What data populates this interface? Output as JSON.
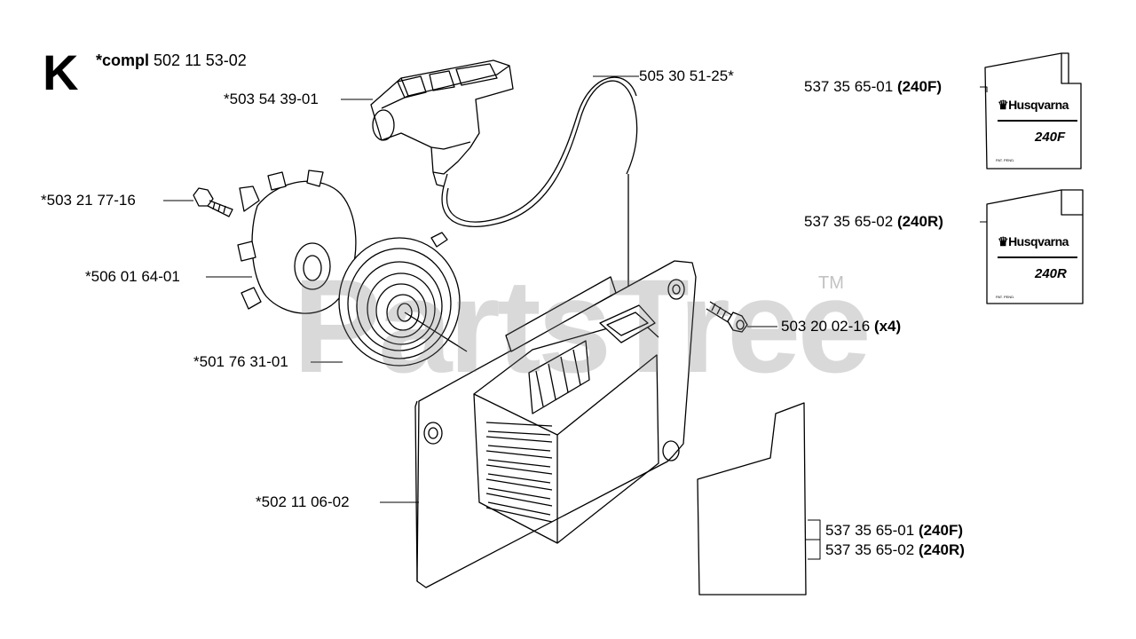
{
  "section_letter": "K",
  "header": {
    "bold": "*compl",
    "number": "502 11 53-02"
  },
  "watermark": {
    "text": "PartsTree",
    "tm": "TM"
  },
  "parts": {
    "handle": "*503 54 39-01",
    "rope": "505 30 51-25*",
    "screw": "*503 21 77-16",
    "pulley": "*506 01 64-01",
    "spring": "*501 76 31-01",
    "cover": "*502 11 06-02",
    "cover_screws": {
      "number": "503 20 02-16",
      "qty": "(x4)"
    },
    "decal_f": {
      "number": "537 35 65-01",
      "model": "(240F)"
    },
    "decal_r": {
      "number": "537 35 65-02",
      "model": "(240R)"
    },
    "sticker_f": {
      "number": "537 35 65-01",
      "model": "(240F)"
    },
    "sticker_r": {
      "number": "537 35 65-02",
      "model": "(240R)"
    }
  },
  "decals": {
    "brand": "Husqvarna",
    "model_f": "240F",
    "model_r": "240R",
    "small_print": "PAT. PEND."
  }
}
